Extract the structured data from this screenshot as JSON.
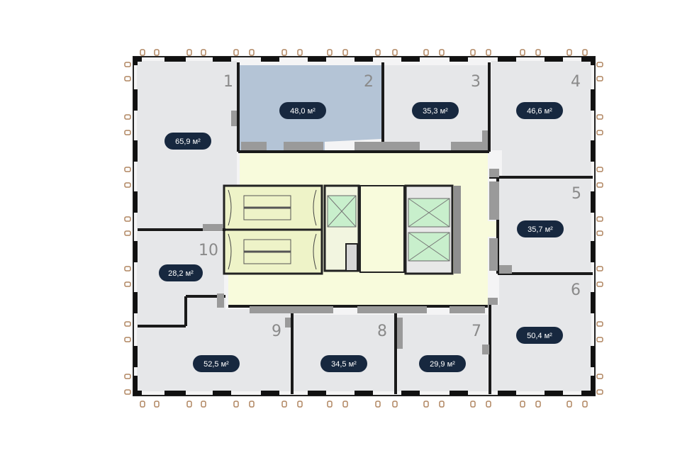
{
  "units": [
    {
      "number": "1",
      "area": "65,9 м²",
      "selected": false
    },
    {
      "number": "2",
      "area": "48,0 м²",
      "selected": true
    },
    {
      "number": "3",
      "area": "35,3 м²",
      "selected": false
    },
    {
      "number": "4",
      "area": "46,6 м²",
      "selected": false
    },
    {
      "number": "5",
      "area": "35,7 м²",
      "selected": false
    },
    {
      "number": "6",
      "area": "50,4 м²",
      "selected": false
    },
    {
      "number": "7",
      "area": "29,9 м²",
      "selected": false
    },
    {
      "number": "8",
      "area": "34,5 м²",
      "selected": false
    },
    {
      "number": "9",
      "area": "52,5 м²",
      "selected": false
    },
    {
      "number": "10",
      "area": "28,2 м²",
      "selected": false
    }
  ],
  "colors": {
    "room_fill": "#e6e7e9",
    "selected_fill": "#b4c4d6",
    "corridor_fill": "#f8fbdc",
    "wall": "#1a1a1a",
    "badge": "#17283f",
    "elevator_fill": "#c8efcc",
    "radiator": "#b08560"
  }
}
